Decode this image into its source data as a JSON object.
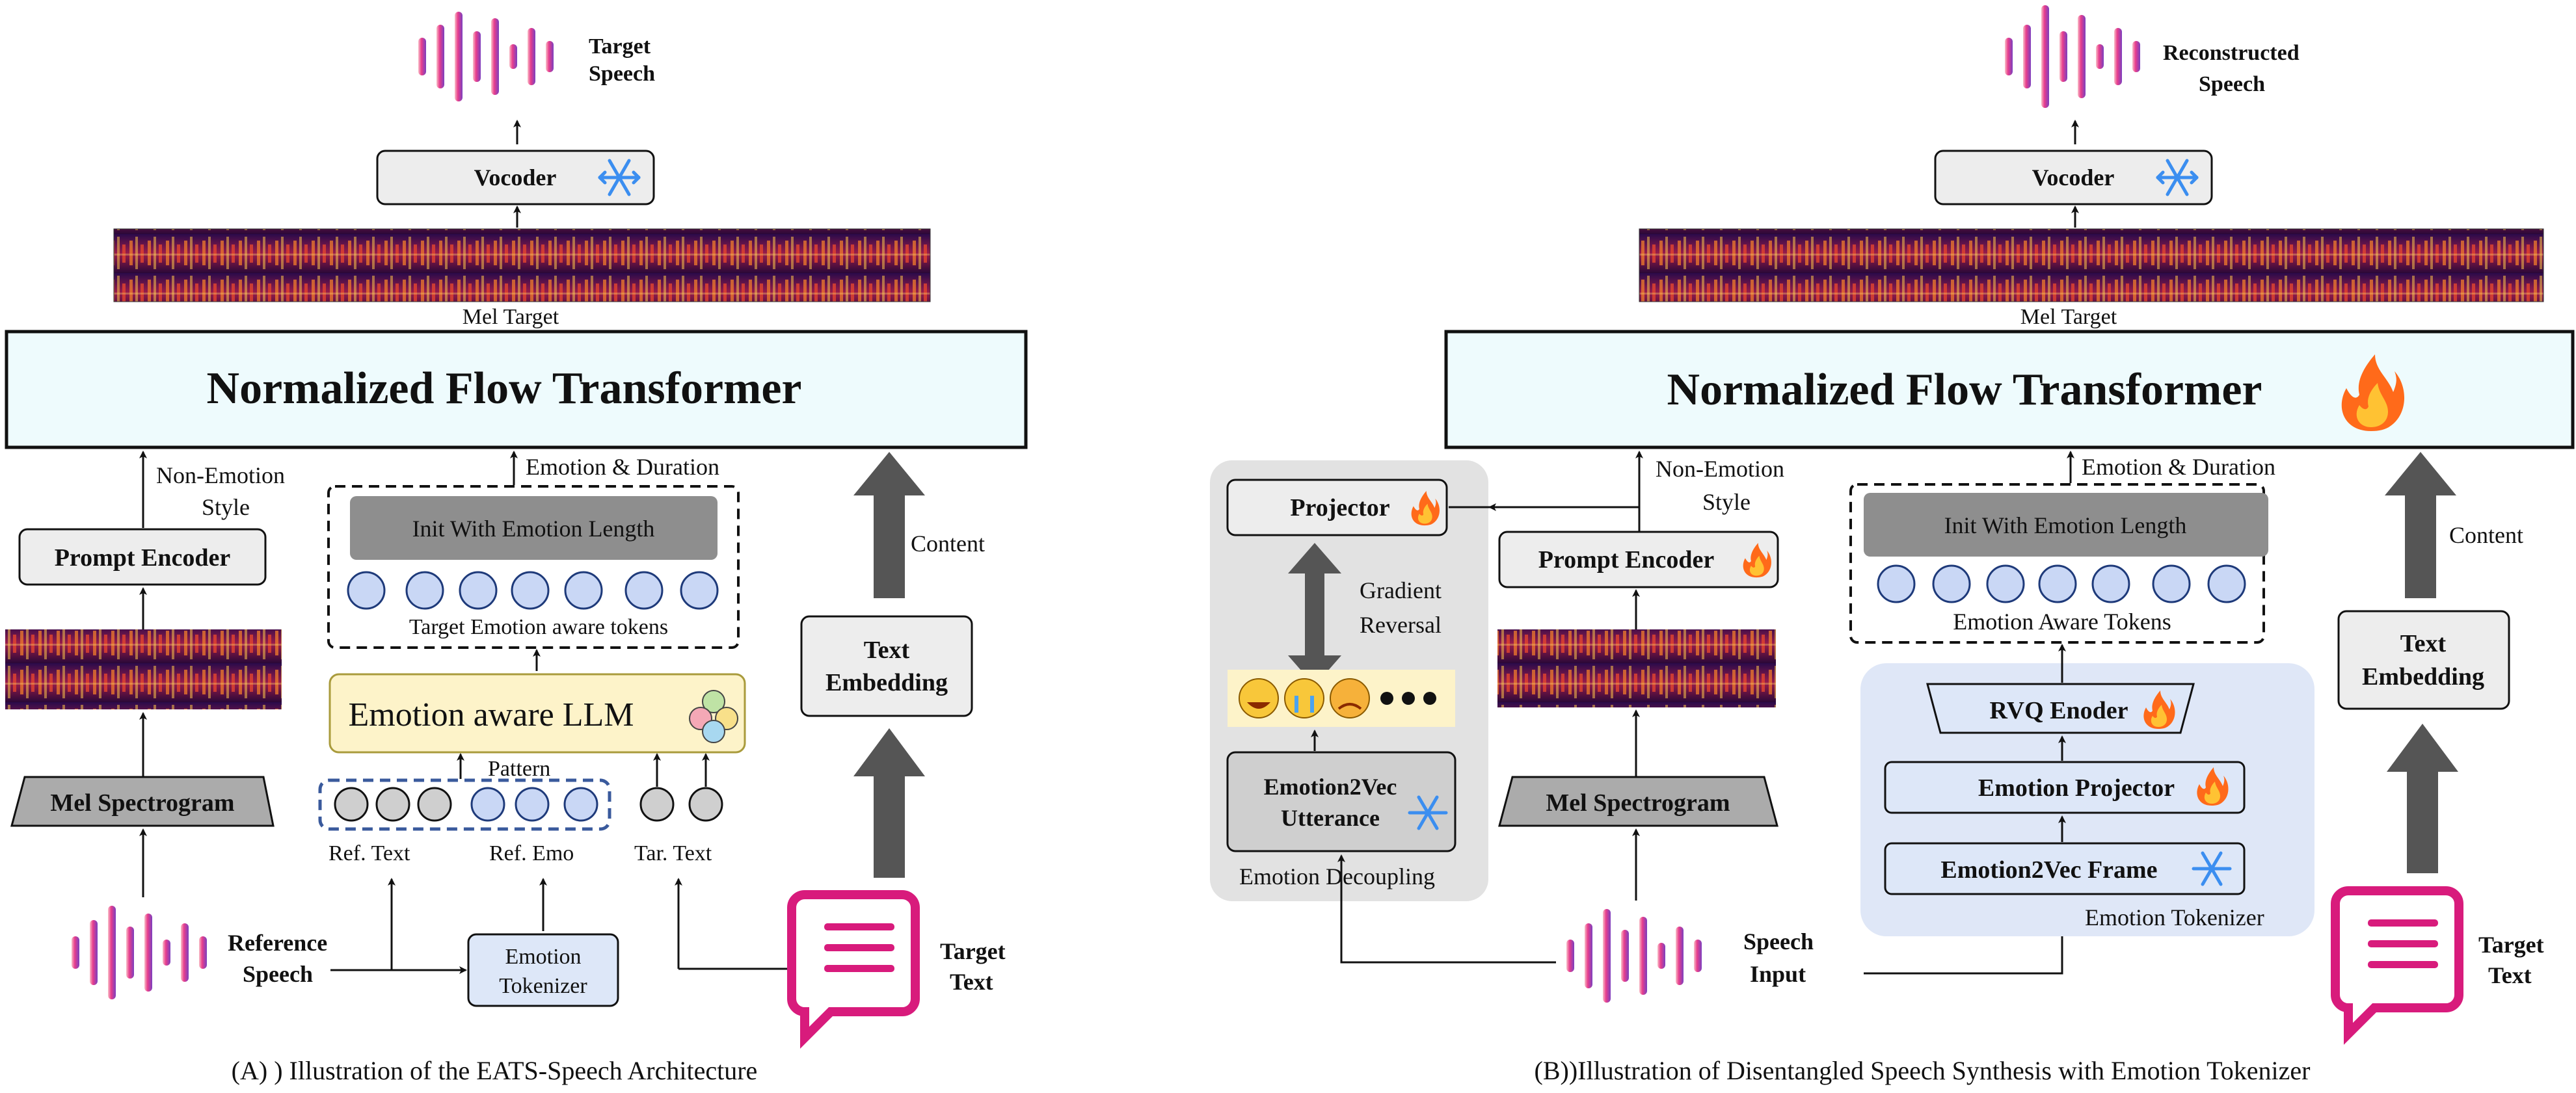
{
  "colors": {
    "flow_fill": "#eefbfd",
    "box_fill": "#ededed",
    "dark_box_fill": "#8e8e8e",
    "token_fill": "#c9d7f5",
    "token_stroke": "#1e3a7a",
    "llm_fill": "#fdf3c9",
    "llm_stroke": "#a99b3c",
    "emotion_tokenizer_fill": "#dde7f8",
    "decoupling_panel_fill": "#e2e2e2",
    "tokenizer_panel_fill": "#dfe7f7",
    "pattern_dash": "#3a5a9c",
    "message_icon": "#d81b7c",
    "arrow_gray": "#555555",
    "snow": "#3b8ef0",
    "fire": "#ff6a1a"
  },
  "icons": {
    "frozen": "snowflake-icon",
    "trainable": "fire-icon",
    "speech": "waveform-icon",
    "text": "chat-bubble-icon",
    "spectrogram": "mel-spectrogram-image",
    "emotions": "emoji-faces-icon"
  },
  "panel_a": {
    "target_speech": [
      "Target",
      "Speech"
    ],
    "vocoder": "Vocoder",
    "mel_target": "Mel Target",
    "flow_transformer": "Normalized  Flow  Transformer",
    "non_emotion_style": [
      "Non-Emotion",
      "Style"
    ],
    "emotion_duration": "Emotion & Duration",
    "init_emotion_length": "Init With Emotion Length",
    "target_tokens_label": "Target Emotion aware tokens",
    "content": "Content",
    "prompt_encoder": "Prompt Encoder",
    "emotion_llm": "Emotion aware LLM",
    "pattern": "Pattern",
    "text_embedding": [
      "Text",
      "Embedding"
    ],
    "mel_spectrogram": "Mel Spectrogram",
    "ref_text": "Ref. Text",
    "ref_emo": "Ref. Emo",
    "tar_text": "Tar. Text",
    "reference_speech": [
      "Reference",
      "Speech"
    ],
    "emotion_tokenizer": [
      "Emotion",
      "Tokenizer"
    ],
    "target_text": [
      "Target",
      "Text"
    ],
    "caption": "(A) ) Illustration of the EATS-Speech Architecture"
  },
  "panel_b": {
    "reconstructed_speech": [
      "Reconstructed",
      "Speech"
    ],
    "vocoder": "Vocoder",
    "mel_target": "Mel Target",
    "flow_transformer": "Normalized  Flow  Transformer",
    "projector": "Projector",
    "gradient_reversal": [
      "Gradient",
      "Reversal"
    ],
    "emotion2vec_utterance": [
      "Emotion2Vec",
      "Utterance"
    ],
    "emotion_decoupling": "Emotion  Decoupling",
    "non_emotion_style": [
      "Non-Emotion",
      "Style"
    ],
    "prompt_encoder": "Prompt Encoder",
    "mel_spectrogram": "Mel Spectrogram",
    "emotion_duration": "Emotion & Duration",
    "init_emotion_length": "Init With Emotion Length",
    "emotion_aware_tokens": "Emotion Aware Tokens",
    "rvq_encoder": "RVQ Enoder",
    "emotion_projector": "Emotion Projector",
    "emotion2vec_frame": "Emotion2Vec Frame",
    "emotion_tokenizer": "Emotion Tokenizer",
    "content": "Content",
    "text_embedding": [
      "Text",
      "Embedding"
    ],
    "speech_input": [
      "Speech",
      "Input"
    ],
    "target_text": [
      "Target",
      "Text"
    ],
    "caption": "(B))Illustration of Disentangled Speech Synthesis with Emotion Tokenizer"
  }
}
